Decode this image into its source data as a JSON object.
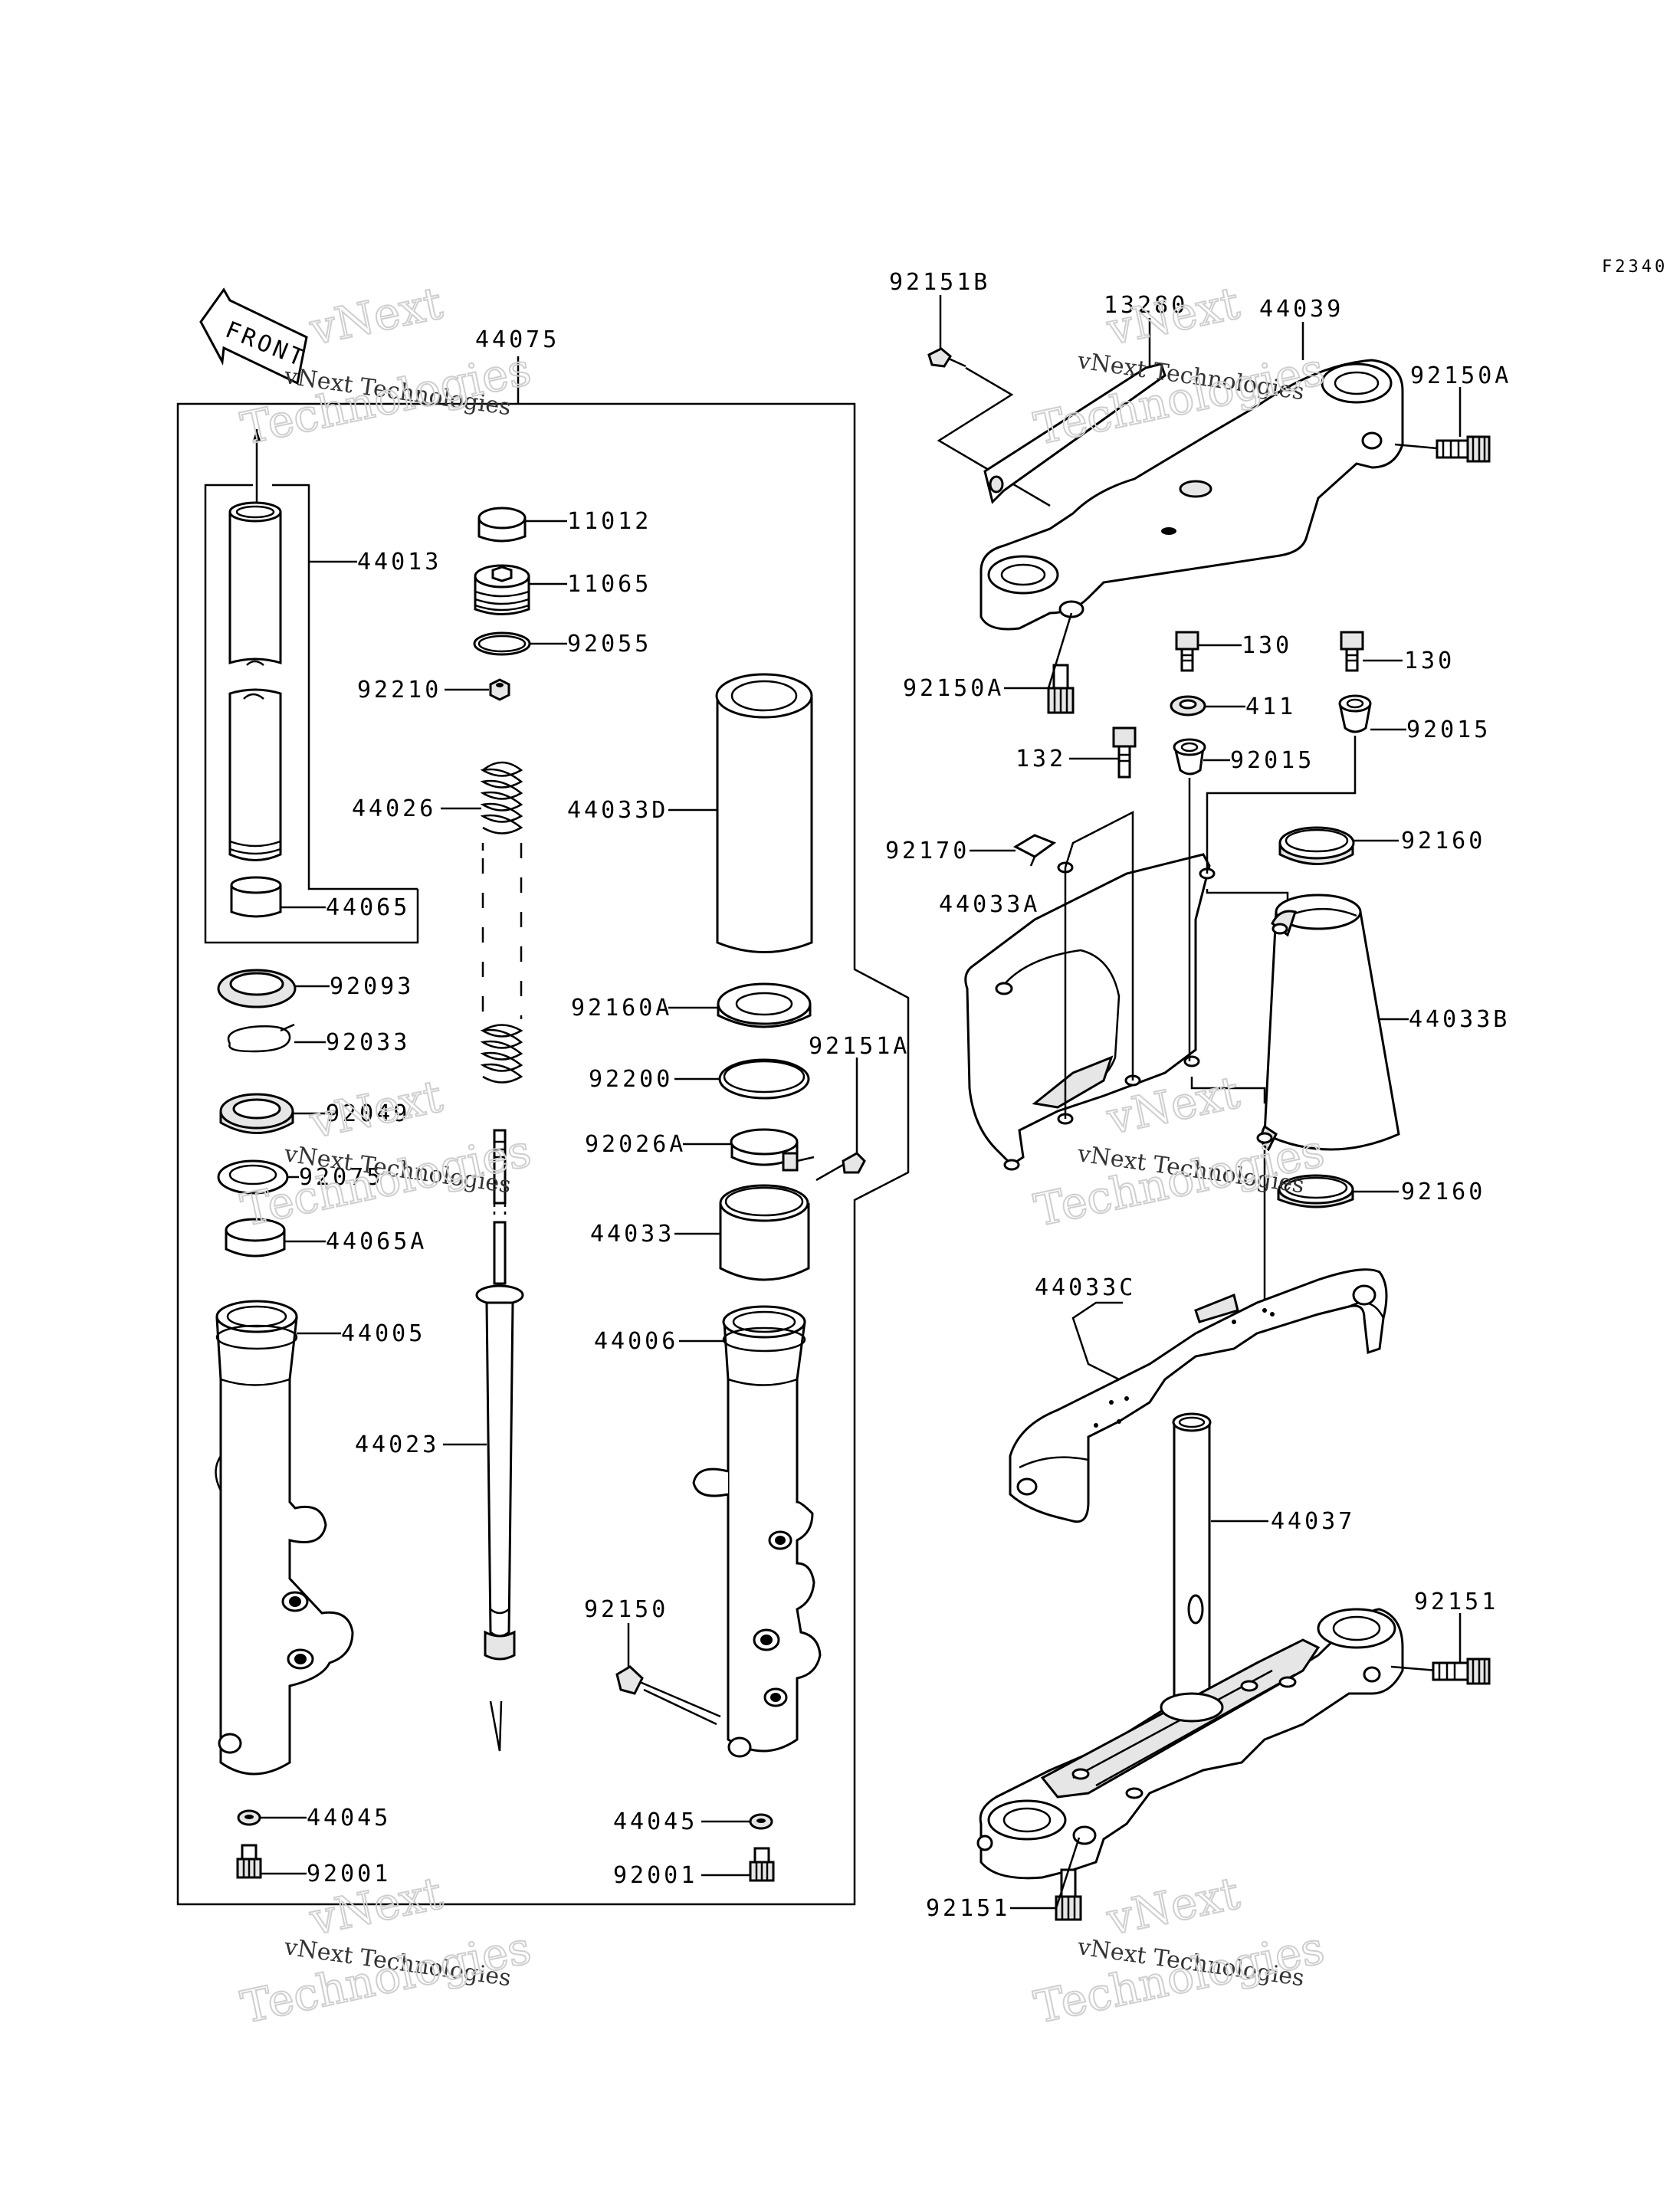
{
  "figure_code": "F2340",
  "front_label": "FRONT",
  "assembly_label": "44075",
  "parts": {
    "p44013": "44013",
    "p44065": "44065",
    "p11012": "11012",
    "p11065": "11065",
    "p92055": "92055",
    "p92210": "92210",
    "p44026": "44026",
    "p44033D": "44033D",
    "p92093": "92093",
    "p92033": "92033",
    "p92049": "92049",
    "p92075": "92075",
    "p44065A": "44065A",
    "p44005": "44005",
    "p44023": "44023",
    "p92160A": "92160A",
    "p92200": "92200",
    "p92151A": "92151A",
    "p92026A": "92026A",
    "p44033": "44033",
    "p44006": "44006",
    "p92150": "92150",
    "p44045L": "44045",
    "p92001L": "92001",
    "p44045R": "44045",
    "p92001R": "92001",
    "p92151B": "92151B",
    "p13280": "13280",
    "p44039": "44039",
    "p92150A_top": "92150A",
    "p92150A_bot": "92150A",
    "p130a": "130",
    "p130b": "130",
    "p411": "411",
    "p92015a": "92015",
    "p92015b": "92015",
    "p132": "132",
    "p92170": "92170",
    "p92160a": "92160",
    "p44033A": "44033A",
    "p44033B": "44033B",
    "p92160b": "92160",
    "p44033C": "44033C",
    "p44037": "44037",
    "p92151_right": "92151",
    "p92151_bottom": "92151"
  },
  "watermark": {
    "line1": "vNext",
    "line2": "vNext Technologies",
    "line3": "Technologies"
  }
}
